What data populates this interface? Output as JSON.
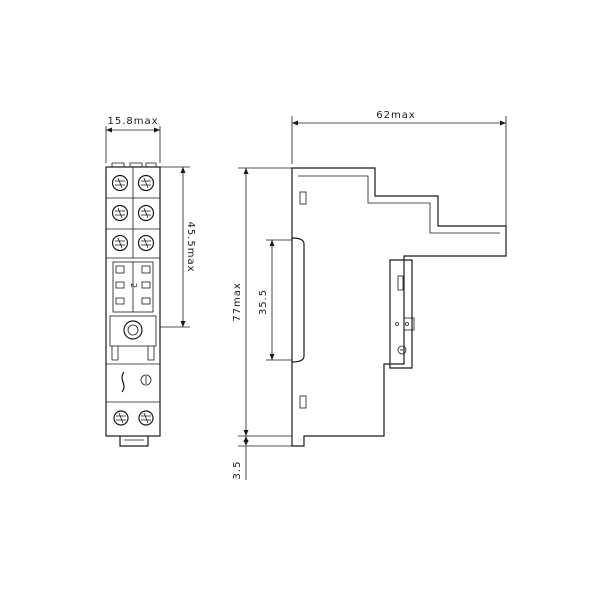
{
  "dimensions": {
    "front_width": "15.8max",
    "front_height": "45.5max",
    "side_width": "62max",
    "side_height": "77max",
    "rail_pitch": "35.5",
    "rail_offset": "3.5"
  },
  "front_marking": "2"
}
